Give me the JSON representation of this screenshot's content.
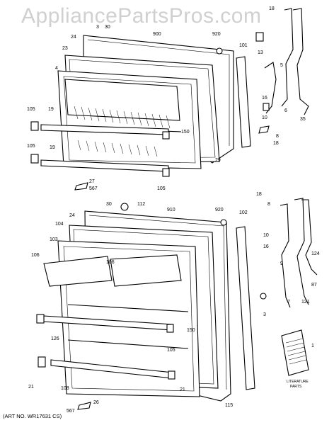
{
  "watermark": "AppliancePartsPros.com",
  "art_number": "(ART NO. WR17631 CS)",
  "literature_label_1": "LITERATURE",
  "literature_label_2": "PARTS",
  "callouts": [
    "18",
    "3",
    "30",
    "900",
    "920",
    "13",
    "24",
    "23",
    "4",
    "101",
    "5",
    "16",
    "6",
    "35",
    "105",
    "19",
    "150",
    "10",
    "8",
    "105",
    "19",
    "29",
    "18",
    "27",
    "567",
    "105",
    "18",
    "30",
    "112",
    "910",
    "920",
    "8",
    "24",
    "104",
    "103",
    "102",
    "106",
    "106",
    "10",
    "16",
    "124",
    "9",
    "87",
    "7",
    "121",
    "3",
    "126",
    "150",
    "105",
    "21",
    "108",
    "21",
    "1",
    "115",
    "26",
    "567"
  ]
}
